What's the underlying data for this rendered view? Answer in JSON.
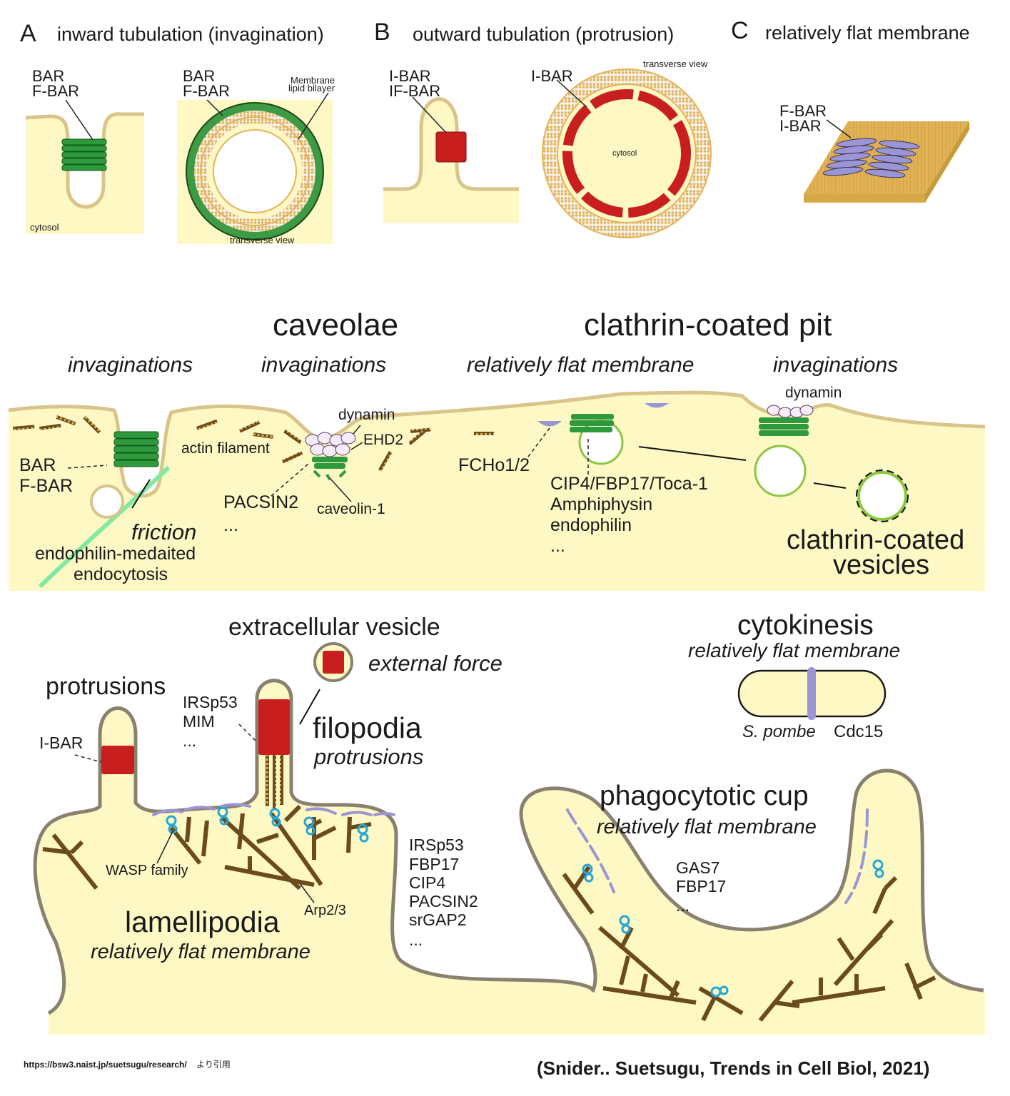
{
  "panels": {
    "A": {
      "letter": "A",
      "title": "inward tubulation (invagination)",
      "left": {
        "protein_label_1": "BAR",
        "protein_label_2": "F-BAR",
        "region": "cytosol"
      },
      "right": {
        "protein_label_1": "BAR",
        "protein_label_2": "F-BAR",
        "membrane_label_1": "Membrane",
        "membrane_label_2": "lipid bilayer",
        "view": "transverse view"
      }
    },
    "B": {
      "letter": "B",
      "title": "outward tubulation (protrusion)",
      "left": {
        "protein_label_1": "I-BAR",
        "protein_label_2": "IF-BAR"
      },
      "right": {
        "protein_label": "I-BAR",
        "view": "transverse view",
        "region": "cytosol"
      }
    },
    "C": {
      "letter": "C",
      "title": "relatively flat membrane",
      "protein_label_1": "F-BAR",
      "protein_label_2": "I-BAR"
    }
  },
  "endocytosis": {
    "headers": {
      "caveolae": "caveolae",
      "clathrin_pit": "clathrin-coated pit"
    },
    "subheaders": [
      "invaginations",
      "invaginations",
      "relatively flat membrane",
      "invaginations"
    ],
    "left": {
      "bar_label_1": "BAR",
      "bar_label_2": "F-BAR",
      "actin": "actin filament",
      "friction": "friction",
      "mode_1": "endophilin-medaited",
      "mode_2": "endocytosis"
    },
    "caveolae": {
      "dynamin": "dynamin",
      "ehd2": "EHD2",
      "pacsin2": "PACSIN2",
      "caveolin": "caveolin-1",
      "more": "..."
    },
    "clathrin": {
      "fcho": "FCHo1/2",
      "proteins": [
        "CIP4/FBP17/Toca-1",
        "Amphiphysin",
        "endophilin",
        "..."
      ],
      "dynamin": "dynamin",
      "vesicles_1": "clathrin-coated",
      "vesicles_2": "vesicles"
    }
  },
  "protrusions": {
    "protrusions_title": "protrusions",
    "ibar": "I-BAR",
    "irsp53": [
      "IRSp53",
      "MIM",
      "..."
    ],
    "ev_title": "extracellular vesicle",
    "external_force": "external force",
    "filopodia": "filopodia",
    "filopodia_sub": "protrusions",
    "wasp": "WASP family",
    "arp": "Arp2/3",
    "lamellipodia": "lamellipodia",
    "lamellipodia_sub": "relatively flat membrane",
    "lamellipodia_proteins": [
      "IRSp53",
      "FBP17",
      "CIP4",
      "PACSIN2",
      "srGAP2",
      "..."
    ]
  },
  "cytokinesis": {
    "title": "cytokinesis",
    "sub": "relatively flat membrane",
    "organism": "S. pombe",
    "protein": "Cdc15"
  },
  "phagocytosis": {
    "title": "phagocytotic cup",
    "sub": "relatively flat membrane",
    "proteins": [
      "GAS7",
      "FBP17",
      "..."
    ]
  },
  "footer": {
    "source_url": "https://bsw3.naist.jp/suetsugu/research/",
    "source_suffix": "より引用",
    "citation": "(Snider.. Suetsugu, Trends in Cell Biol, 2021)"
  },
  "colors": {
    "cytosol": "#fdf8c4",
    "membrane": "#d9c48a",
    "bar_green": "#2e9a3c",
    "ibar_red": "#c81e1e",
    "flat_purple": "#9a96d6",
    "wasp_blue": "#22a7d8",
    "actin": "#6b4a1e"
  }
}
